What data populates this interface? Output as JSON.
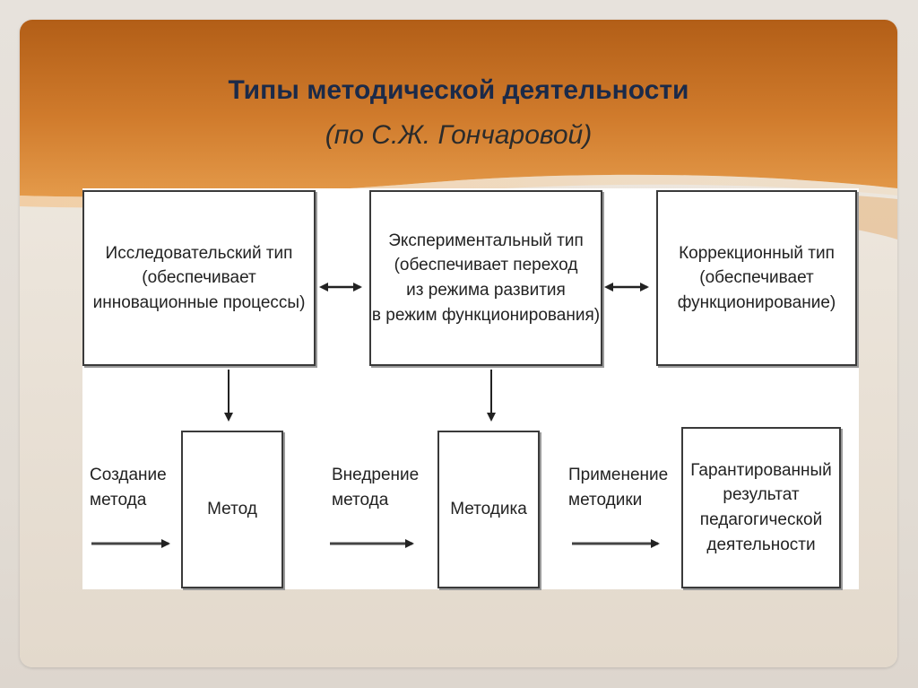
{
  "slide": {
    "title": "Типы методической деятельности",
    "subtitle": "(по С.Ж. Гончаровой)"
  },
  "types": [
    {
      "lines": [
        "Исследовательский тип",
        "(обеспечивает",
        "инновационные процессы)"
      ]
    },
    {
      "lines": [
        "Экспериментальный тип",
        "(обеспечивает переход",
        "из режима развития",
        "в режим функционирования)"
      ]
    },
    {
      "lines": [
        "Коррекционный тип",
        "(обеспечивает",
        "функционирование)"
      ]
    }
  ],
  "results": [
    {
      "lines": [
        "Метод"
      ]
    },
    {
      "lines": [
        "Методика"
      ]
    },
    {
      "lines": [
        "Гарантированный",
        "результат",
        "педагогической",
        "деятельности"
      ]
    }
  ],
  "actions": [
    {
      "lines": [
        "Создание",
        "метода"
      ]
    },
    {
      "lines": [
        "Внедрение",
        "метода"
      ]
    },
    {
      "lines": [
        "Применение",
        "методики"
      ]
    }
  ],
  "colors": {
    "header_orange": "#b8641a",
    "title_color": "#1b2a49"
  }
}
